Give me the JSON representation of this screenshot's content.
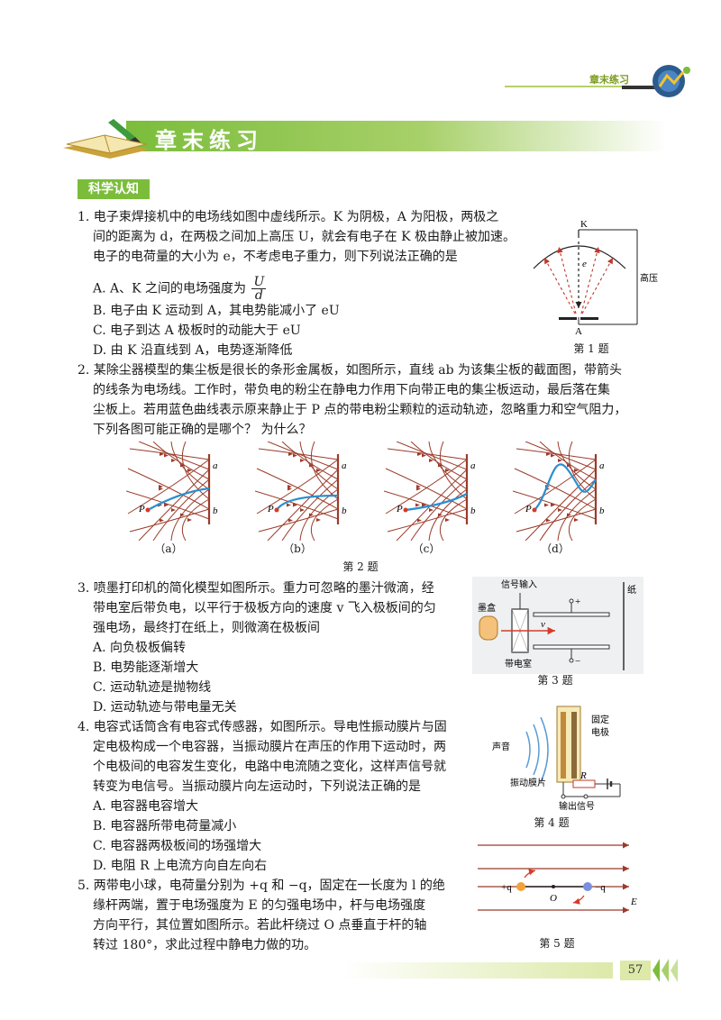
{
  "header": {
    "tag": "章末练习"
  },
  "title": "章末练习",
  "section": "科学认知",
  "q1": {
    "lines": [
      "1. 电子束焊接机中的电场线如图中虚线所示。K 为阴极，A 为阳极，两极之",
      "间的距离为 d，在两极之间加上高压 U，就会有电子在 K 极由静止被加速。",
      "电子的电荷量的大小为 e，不考虑电子重力，则下列说法正确的是"
    ],
    "optA_prefix": "A. A、K 之间的电场强度为",
    "frac_num": "U",
    "frac_den": "d",
    "optB": "B. 电子由 K 运动到 A，其电势能减小了 eU",
    "optC": "C. 电子到达 A 极板时的动能大于 eU",
    "optD": "D. 由 K 沿直线到 A，电势逐渐降低",
    "fig": {
      "K": "K",
      "A": "A",
      "e": "e",
      "hv": "高压",
      "caption": "第 1 题"
    }
  },
  "q2": {
    "lines": [
      "2. 某除尘器模型的集尘板是很长的条形金属板，如图所示，直线 ab 为该集尘板的截面图，带箭头",
      "的线条为电场线。工作时，带负电的粉尘在静电力作用下向带正电的集尘板运动，最后落在集",
      "尘板上。若用蓝色曲线表示原来静止于 P 点的带电粉尘颗粒的运动轨迹，忽略重力和空气阻力，",
      "下列各图可能正确的是哪个？ 为什么？"
    ],
    "fig_labels": {
      "a": "a",
      "b": "b",
      "P": "P"
    },
    "subcaps": [
      "（a）",
      "（b）",
      "（c）",
      "（d）"
    ],
    "caption": "第 2 题"
  },
  "q3": {
    "lines": [
      "3. 喷墨打印机的简化模型如图所示。重力可忽略的墨汁微滴，经",
      "带电室后带负电，以平行于极板方向的速度 v 飞入极板间的匀",
      "强电场，最终打在纸上，则微滴在极板间"
    ],
    "options": [
      "A. 向负极板偏转",
      "B. 电势能逐渐增大",
      "C. 运动轨迹是抛物线",
      "D. 运动轨迹与带电量无关"
    ],
    "fig": {
      "signal": "信号输入",
      "paper": "纸",
      "ink": "墨盒",
      "v": "v",
      "plus": "+",
      "minus": "−",
      "room": "带电室",
      "caption": "第 3 题"
    }
  },
  "q4": {
    "lines": [
      "4. 电容式话筒含有电容式传感器，如图所示。导电性振动膜片与固",
      "定电极构成一个电容器，当振动膜片在声压的作用下运动时，两",
      "个电极间的电容发生变化，电路中电流随之变化，这样声信号就",
      "转变为电信号。当振动膜片向左运动时，下列说法正确的是"
    ],
    "options": [
      "A. 电容器电容增大",
      "B. 电容器所带电荷量减小",
      "C. 电容器两极板间的场强增大",
      "D. 电阻 R 上电流方向自左向右"
    ],
    "fig": {
      "fixed1": "固定",
      "fixed2": "电极",
      "sound": "声音",
      "R": "R",
      "membrane": "振动膜片",
      "output": "输出信号",
      "caption": "第 4 题"
    }
  },
  "q5": {
    "lines": [
      "5. 两带电小球，电荷量分别为 +q 和 −q，固定在一长度为 l 的绝",
      "缘杆两端，置于电场强度为 E 的匀强电场中，杆与电场强度",
      "方向平行，其位置如图所示。若此杆绕过 O 点垂直于杆的轴",
      "转过 180°，求此过程中静电力做的功。"
    ],
    "fig": {
      "pq": "+q",
      "nq": "−q",
      "O": "O",
      "E": "E",
      "caption": "第 5 题"
    }
  },
  "page_number": "57",
  "colors": {
    "green": "#7bbd3b",
    "field": "#9b3b2a",
    "blue": "#2a8fd0",
    "red": "#d63a2a"
  }
}
